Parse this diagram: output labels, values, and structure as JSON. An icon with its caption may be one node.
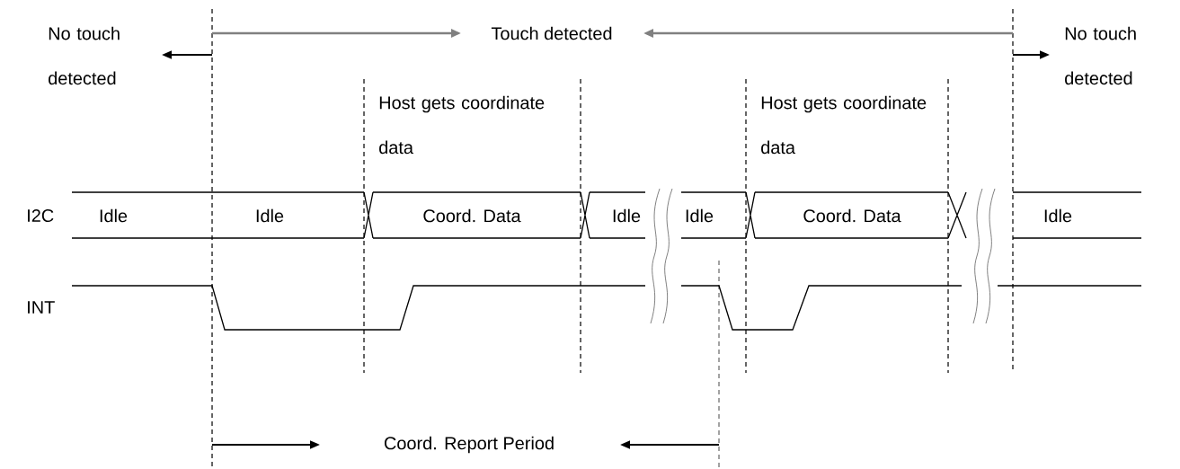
{
  "diagram": {
    "labels": [
      "No touch detected",
      "Touch detected",
      "No touch detected",
      "Host gets coordinate data",
      "Host gets coordinate data",
      "I2C",
      "Idle",
      "Idle",
      "Coord. Data",
      "Idle",
      "Idle",
      "Coord. Data",
      "Idle",
      "INT",
      "Coord. Report Period"
    ]
  }
}
